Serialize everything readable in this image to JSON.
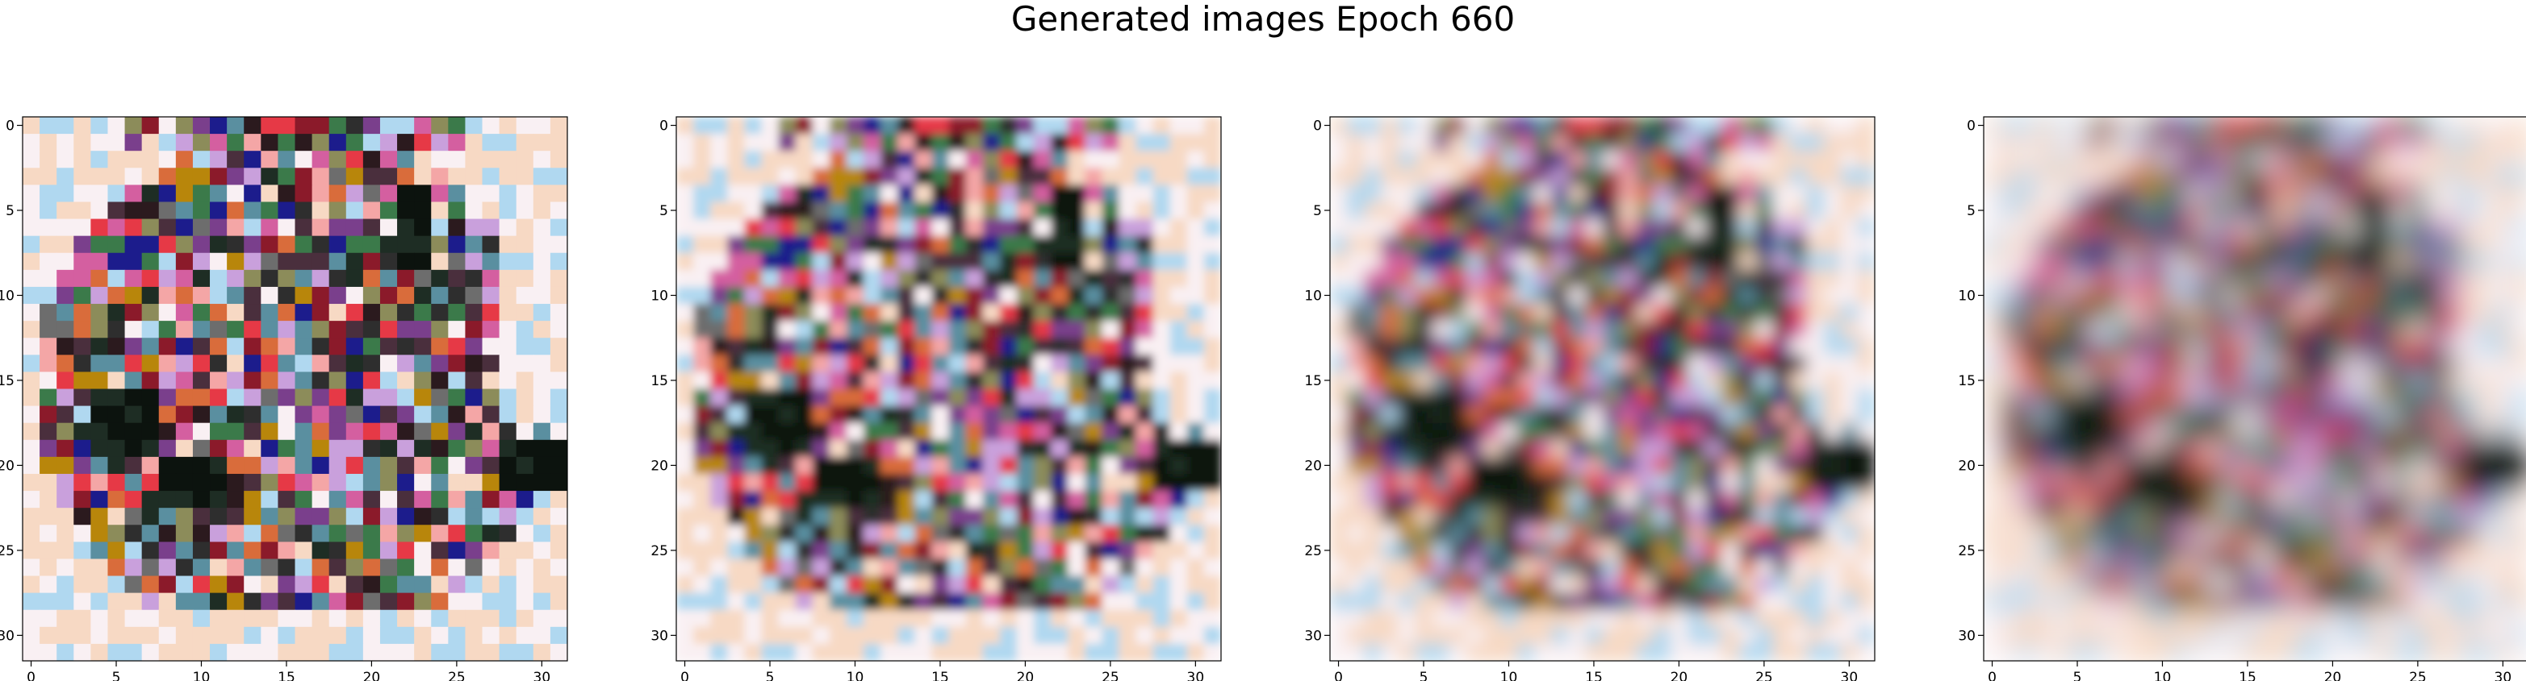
{
  "figure": {
    "title": "Generated images Epoch 660"
  },
  "panels": [
    {
      "name": "panel-1",
      "blur": 0.0
    },
    {
      "name": "panel-2",
      "blur": 0.55
    },
    {
      "name": "panel-3",
      "blur": 1.1
    },
    {
      "name": "panel-4",
      "blur": 1.8
    }
  ],
  "axes": {
    "x_ticks": [
      "0",
      "5",
      "10",
      "15",
      "20",
      "25",
      "30"
    ],
    "y_ticks": [
      "0",
      "5",
      "10",
      "15",
      "20",
      "25",
      "30"
    ],
    "range": [
      -0.5,
      31.5
    ]
  },
  "image": {
    "grid_size": 32,
    "palette": [
      "#f9f0f3",
      "#c9a0dc",
      "#7a3f8c",
      "#2b1a1e",
      "#8b1a2a",
      "#e63946",
      "#f4a6a6",
      "#3b7a4a",
      "#1e2d24",
      "#8c8c5a",
      "#5a8fa0",
      "#b8860b",
      "#d96c3b",
      "#2e2e2e",
      "#f7d9c4",
      "#b0d8f0",
      "#4a2f3d",
      "#6d6d6d",
      "#d45fa0",
      "#1c1c8c"
    ],
    "notes_hidden": "pixel colors generated procedurally by script"
  }
}
